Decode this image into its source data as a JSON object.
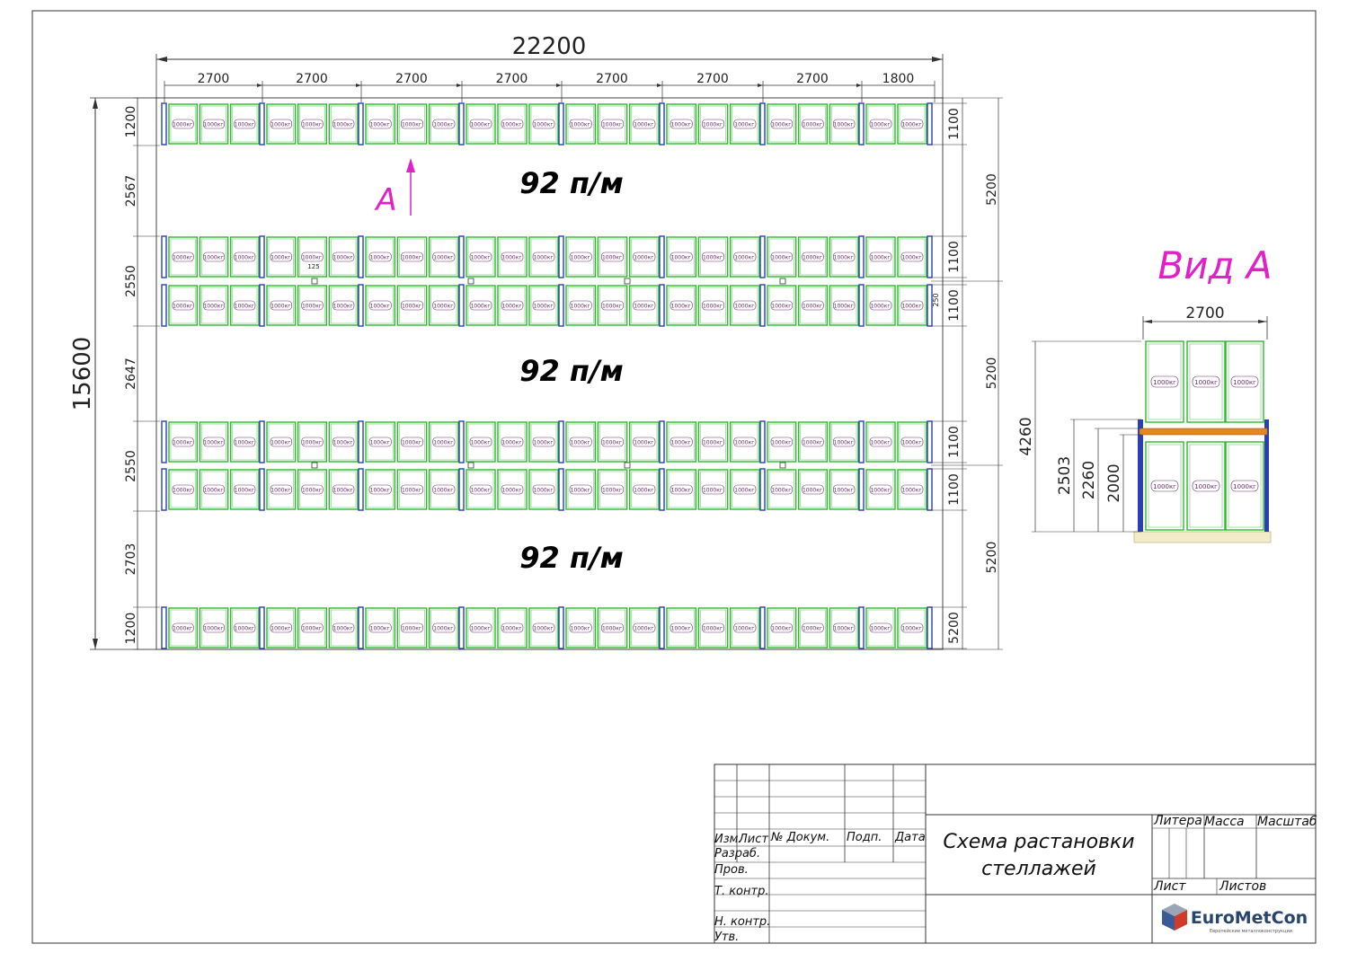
{
  "plan": {
    "total_width": "22200",
    "total_length": "15600",
    "bays": [
      "2700",
      "2700",
      "2700",
      "2700",
      "2700",
      "2700",
      "2700",
      "1800"
    ],
    "left_dims": [
      "1200",
      "2567",
      "2550",
      "2647",
      "2550",
      "2703",
      "1200"
    ],
    "right_dims": [
      "1100",
      "5200",
      "1100",
      "1100",
      "5200",
      "1100",
      "1100",
      "5200"
    ],
    "aisle_labels": [
      "92 п/м",
      "92 п/м",
      "92 п/м"
    ],
    "view_arrow_label": "А",
    "small_dims": [
      "125",
      "250"
    ],
    "pallet_label": "1000кг"
  },
  "view_a": {
    "title": "Вид А",
    "width": "2700",
    "height_dims": [
      "4260",
      "2503",
      "2260",
      "2000"
    ],
    "pallet_label": "1000кг"
  },
  "title_block": {
    "headers": [
      "Изм.",
      "Лист",
      "№ Докум.",
      "Подп.",
      "Дата"
    ],
    "rows": [
      "Разраб.",
      "Пров.",
      "Т. контр.",
      "Н. контр.",
      "Утв."
    ],
    "title_line1": "Схема растановки",
    "title_line2": "стеллажей",
    "literal_header": "Литера",
    "mass_header": "Масса",
    "scale_header": "Масштаб",
    "sheet_label": "Лист",
    "sheets_label": "Листов",
    "logo_text": "EuroMetCon",
    "logo_tagline": "Европейские металлоконструкции"
  },
  "colors": {
    "pallet": "#2db82d",
    "pallet_inner": "#8cd98c",
    "upright": "#2a3fb0",
    "beam": "#e08a1e",
    "accent": "#e020c8"
  }
}
